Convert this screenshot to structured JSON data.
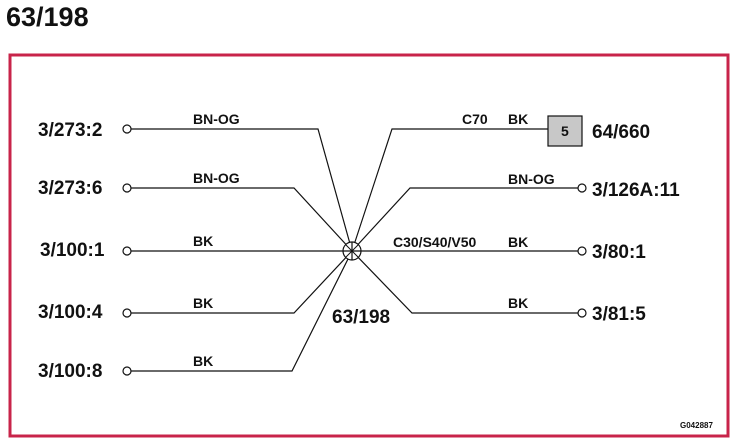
{
  "title": "63/198",
  "border_color": "#c8244a",
  "splice": {
    "label": "63/198"
  },
  "left_wires": [
    {
      "terminal": "3/273:2",
      "color": "BN-OG"
    },
    {
      "terminal": "3/273:6",
      "color": "BN-OG"
    },
    {
      "terminal": "3/100:1",
      "color": "BK"
    },
    {
      "terminal": "3/100:4",
      "color": "BK"
    },
    {
      "terminal": "3/100:8",
      "color": "BK"
    }
  ],
  "right_wires": [
    {
      "terminal": "64/660",
      "color": "BK",
      "variant": "C70",
      "box_label": "5"
    },
    {
      "terminal": "3/126A:11",
      "color": "BN-OG",
      "variant": ""
    },
    {
      "terminal": "3/80:1",
      "color": "BK",
      "variant": "C30/S40/V50"
    },
    {
      "terminal": "3/81:5",
      "color": "BK",
      "variant": ""
    }
  ],
  "figure_code": "G042887"
}
